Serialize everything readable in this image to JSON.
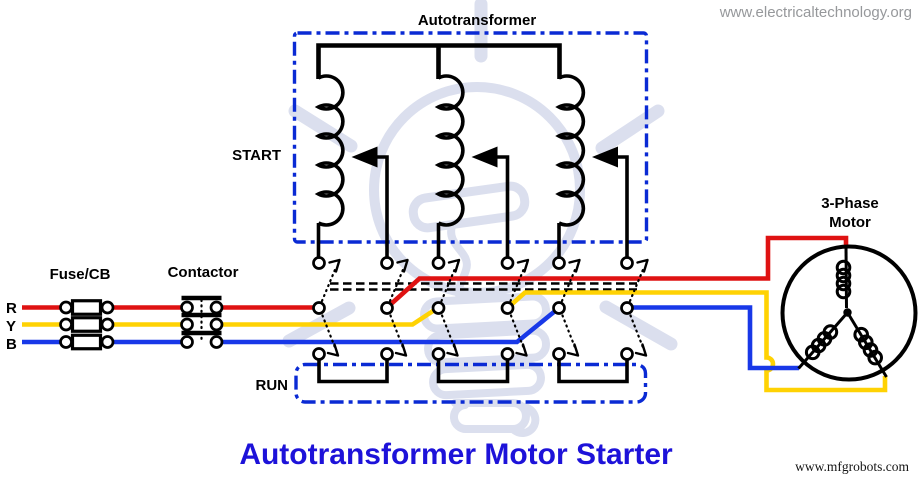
{
  "page_title": {
    "text": "Autotransformer Motor Starter",
    "color": "#1d12d9"
  },
  "watermarks": {
    "top_right": "www.electricaltechnology.org",
    "bottom_right": "www.mfgrobots.com"
  },
  "labels": {
    "autotransformer": "Autotransformer",
    "start": "START",
    "run": "RUN",
    "fuse_cb": "Fuse/CB",
    "contactor": "Contactor",
    "motor_line1": "3-Phase",
    "motor_line2": "Motor"
  },
  "phases": [
    {
      "label": "R",
      "color": "#df1212"
    },
    {
      "label": "Y",
      "color": "#ffd203"
    },
    {
      "label": "B",
      "color": "#1838e8"
    }
  ],
  "colors": {
    "enclosure_blue": "#0a2ad4",
    "schematic_black": "#000000",
    "terminal_fill": "#ffffff",
    "watermark_gray": "#96989b",
    "bulb_watermark": "#dbdfee"
  }
}
